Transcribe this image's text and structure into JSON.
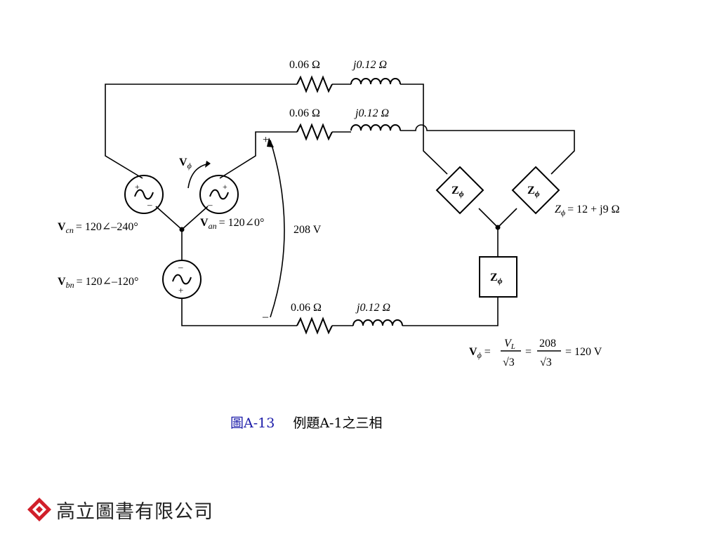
{
  "circuit": {
    "resistor_label": "0.06 Ω",
    "inductor_label": "j0.12 Ω",
    "source_cn": {
      "symbol": "V",
      "sub": "cn",
      "value": "= 120∠–240°"
    },
    "source_an": {
      "symbol": "V",
      "sub": "an",
      "value": "= 120∠0°"
    },
    "source_bn": {
      "symbol": "V",
      "sub": "bn",
      "value": "= 120∠–120°"
    },
    "vphi_label": {
      "symbol": "V",
      "sub": "ϕ"
    },
    "line_voltage": "208 V",
    "plus": "+",
    "minus": "–",
    "load_label": {
      "symbol": "Z",
      "sub": "ϕ"
    },
    "load_value": {
      "symbol": "Z",
      "sub": "ϕ",
      "value": "= 12 + j9 Ω"
    },
    "formula": {
      "lhs": "V",
      "lhs_sub": "ϕ",
      "frac1_num": "V",
      "frac1_num_sub": "L",
      "frac1_den": "√3",
      "frac2_num": "208",
      "frac2_den": "√3",
      "result": "= 120 V"
    }
  },
  "caption": {
    "figure_number": "圖A-13",
    "title": "例題A-1之三相"
  },
  "publisher": {
    "name": "高立圖書有限公司",
    "logo_color": "#d11f2a"
  }
}
